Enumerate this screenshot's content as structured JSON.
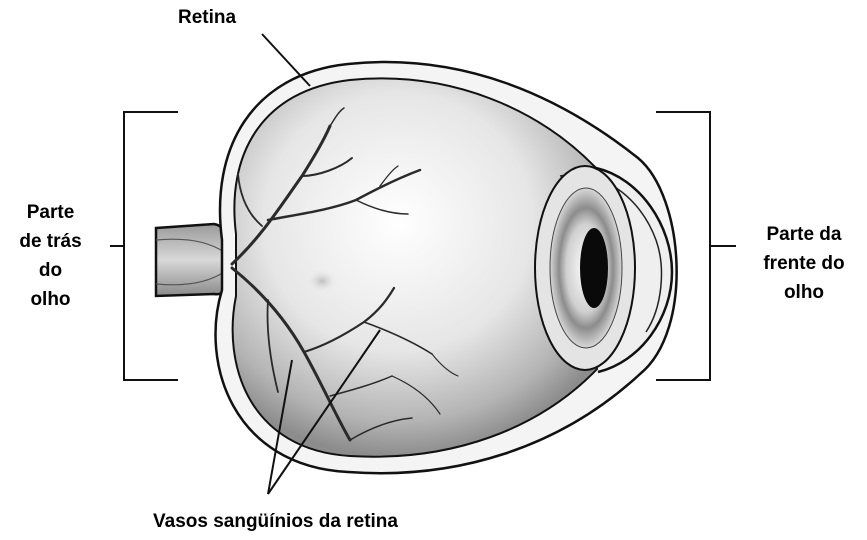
{
  "labels": {
    "retina": "Retina",
    "back_of_eye": [
      "Parte",
      "de trás",
      "do",
      "olho"
    ],
    "front_of_eye": [
      "Parte da",
      "frente do",
      "olho"
    ],
    "retinal_vessels": "Vasos sangüínios da retina"
  }
}
